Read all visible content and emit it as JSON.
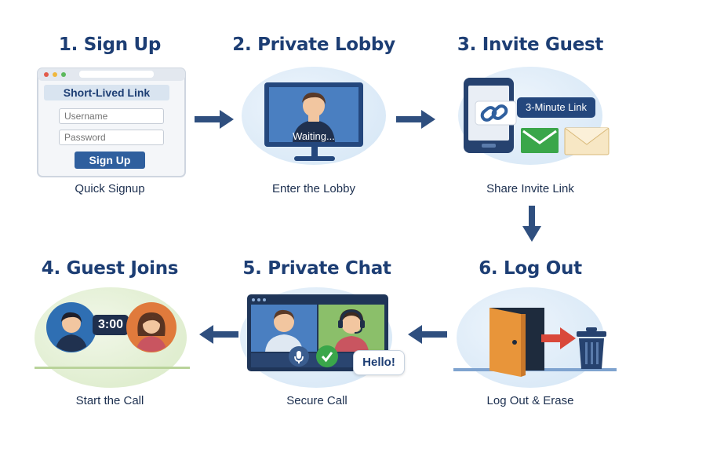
{
  "steps": [
    {
      "title": "1. Sign Up",
      "caption": "Quick Signup",
      "form_title": "Short-Lived Link",
      "username_placeholder": "Username",
      "password_placeholder": "Password",
      "button": "Sign Up"
    },
    {
      "title": "2. Private Lobby",
      "caption": "Enter the Lobby",
      "monitor_text": "Waiting..."
    },
    {
      "title": "3. Invite Guest",
      "caption": "Share Invite Link",
      "bubble": "3-Minute Link"
    },
    {
      "title": "4. Guest Joins",
      "caption": "Start the Call",
      "timer": "3:00"
    },
    {
      "title": "5. Private Chat",
      "caption": "Secure Call",
      "bubble": "Hello!"
    },
    {
      "title": "6. Log Out",
      "caption": "Log Out & Erase"
    }
  ],
  "colors": {
    "navy": "#1d3e74",
    "accent_blue": "#2f5f9e",
    "oval_blue": "#dcebf7",
    "oval_green": "#e3efd5",
    "door_orange": "#e8953a",
    "red_arrow": "#d9483a",
    "envelope_green": "#3aa64a"
  }
}
